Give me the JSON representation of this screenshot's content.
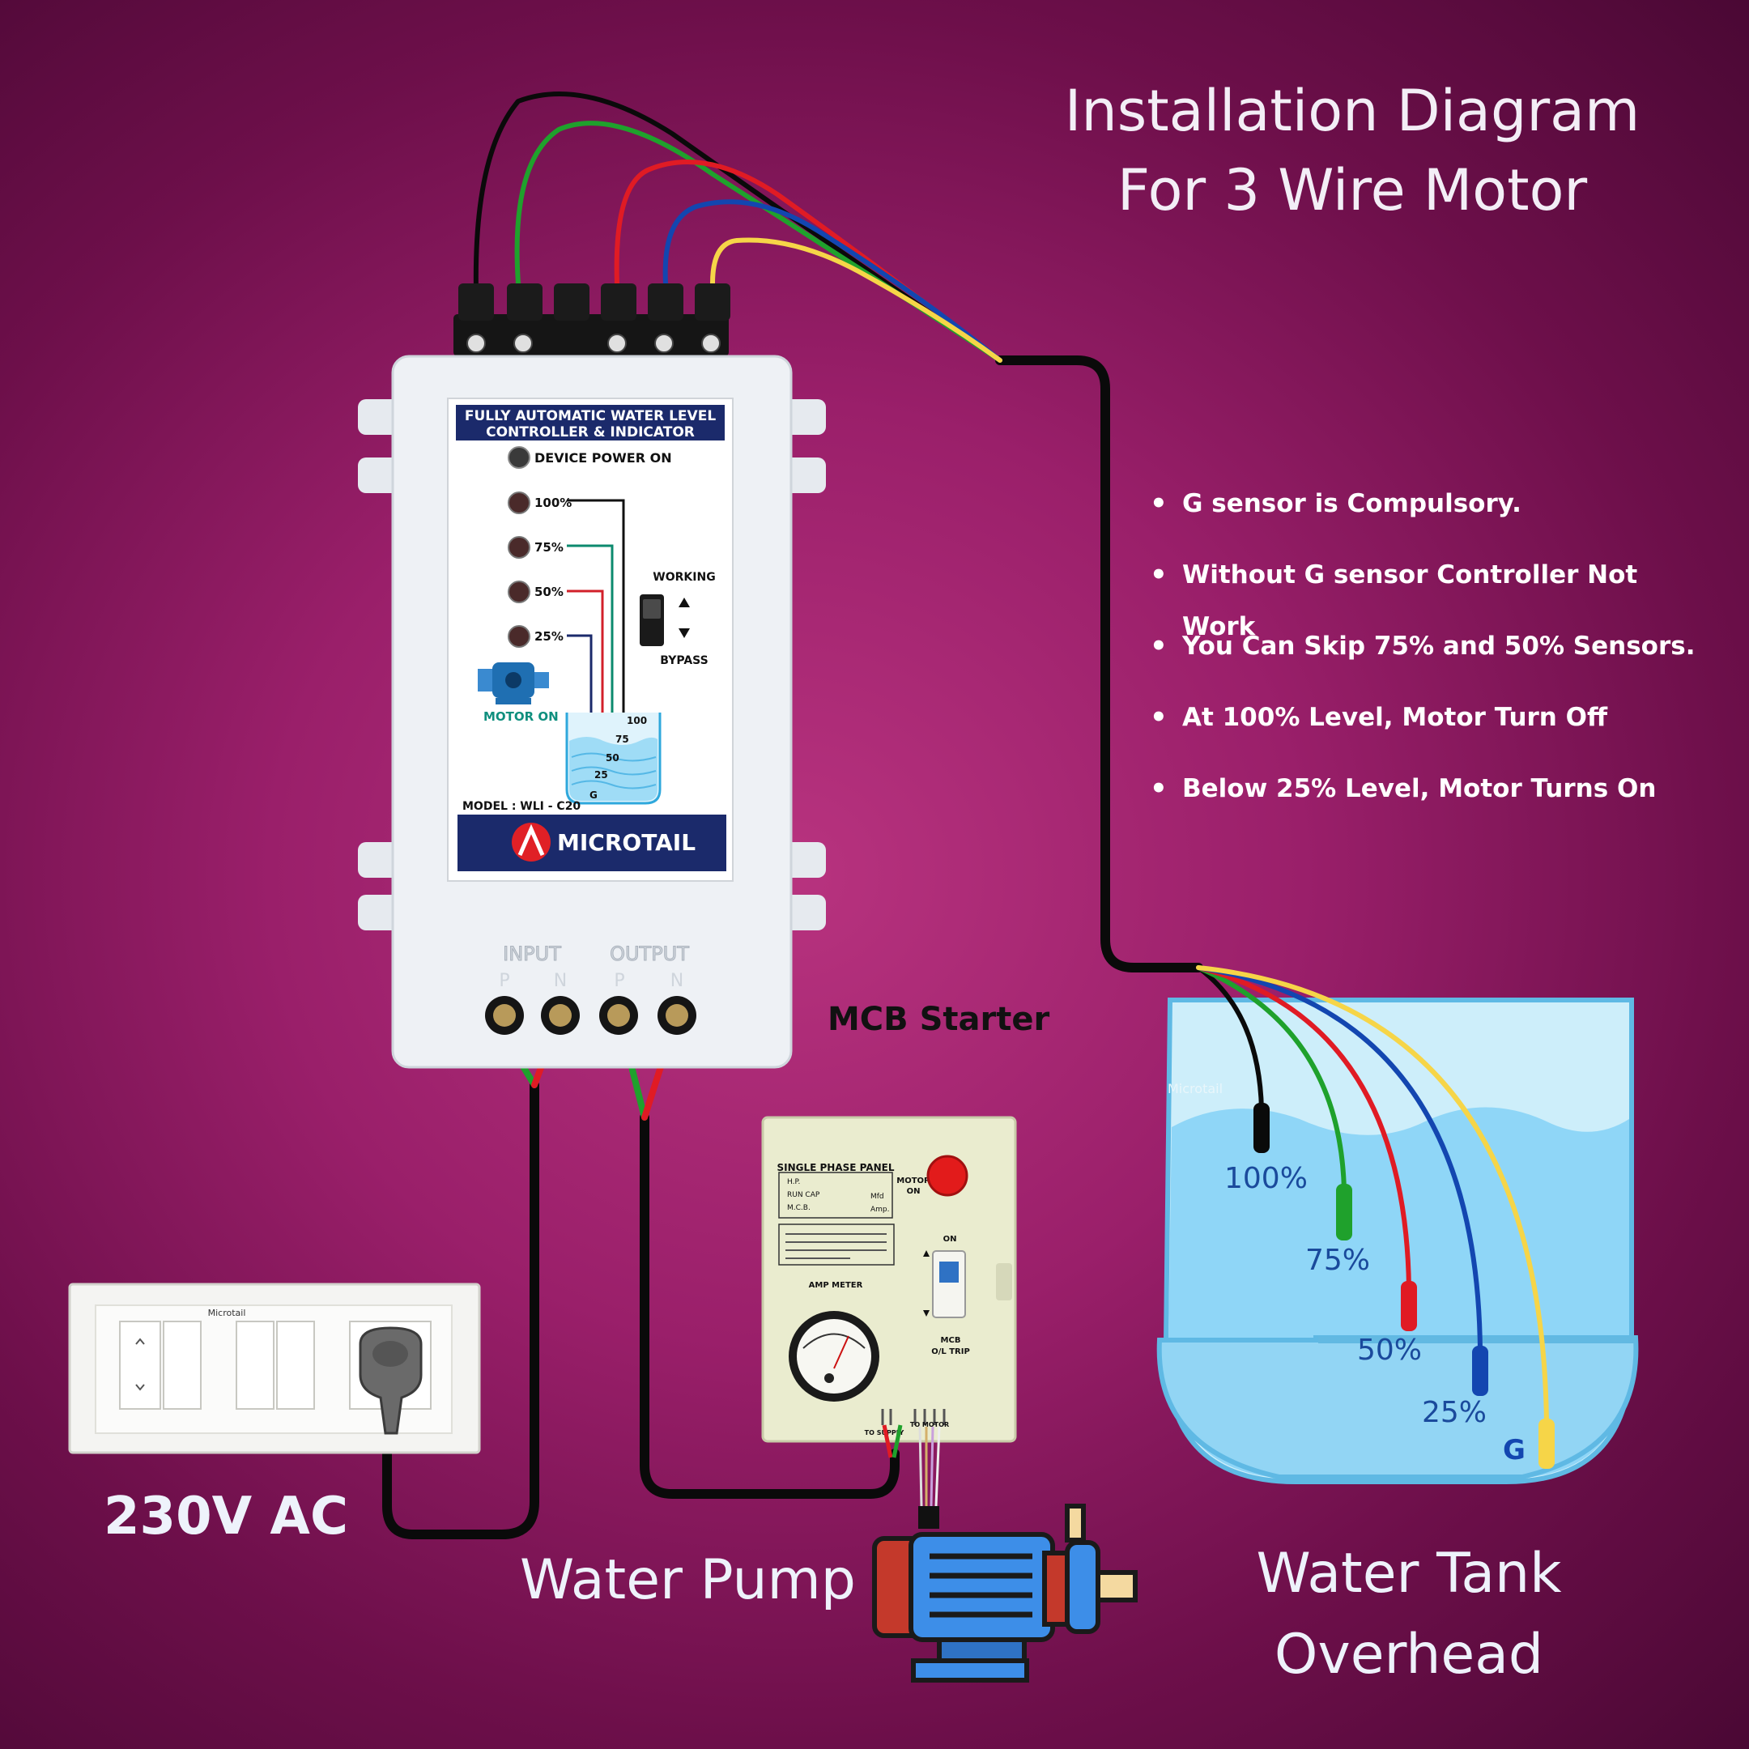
{
  "title": {
    "line1": "Installation Diagram",
    "line2": "For 3 Wire Motor"
  },
  "notes": [
    "G sensor is Compulsory.",
    "Without G sensor Controller Not Work",
    "You Can Skip 75% and 50% Sensors.",
    "At 100% Level, Motor Turn Off",
    "Below 25% Level, Motor Turns On"
  ],
  "labels": {
    "power": "230V AC",
    "pump": "Water Pump",
    "tank_line1": "Water Tank",
    "tank_line2": "Overhead",
    "mcb": "MCB Starter"
  },
  "controller": {
    "header_line1": "FULLY AUTOMATIC WATER LEVEL",
    "header_line2": "CONTROLLER & INDICATOR",
    "power_led": "DEVICE POWER ON",
    "levels": [
      "100%",
      "75%",
      "50%",
      "25%"
    ],
    "switch_top": "WORKING",
    "switch_bottom": "BYPASS",
    "motor_on": "MOTOR ON",
    "probe_labels": [
      "100",
      "75",
      "50",
      "25",
      "G"
    ],
    "model": "MODEL : WLI - C20",
    "brand": "MICROTAIL",
    "terminal_input": "INPUT",
    "terminal_output": "OUTPUT",
    "terminal_p1": "P",
    "terminal_n1": "N",
    "terminal_p2": "P",
    "terminal_n2": "N"
  },
  "starter_panel": {
    "title": "SINGLE PHASE PANEL",
    "hp": "H.P.",
    "run_cap": "RUN CAP",
    "mcb_field": "M.C.B.",
    "mfd": "Mfd",
    "amp": "Amp.",
    "motor_on_line1": "MOTOR",
    "motor_on_line2": "ON",
    "on_label": "ON",
    "mcb_line1": "MCB",
    "mcb_line2": "O/L TRIP",
    "amp_meter": "AMP METER",
    "to_supply": "TO SUPPLY",
    "to_motor": "TO MOTOR"
  },
  "switchboard": {
    "brand": "Microtail"
  },
  "tank_levels": [
    "100%",
    "75%",
    "50%",
    "25%",
    "G"
  ],
  "wire_colors": {
    "black": "#0a0a0a",
    "green": "#1fa12c",
    "red": "#e01b24",
    "blue": "#1346b0",
    "yellow": "#f6d548"
  }
}
